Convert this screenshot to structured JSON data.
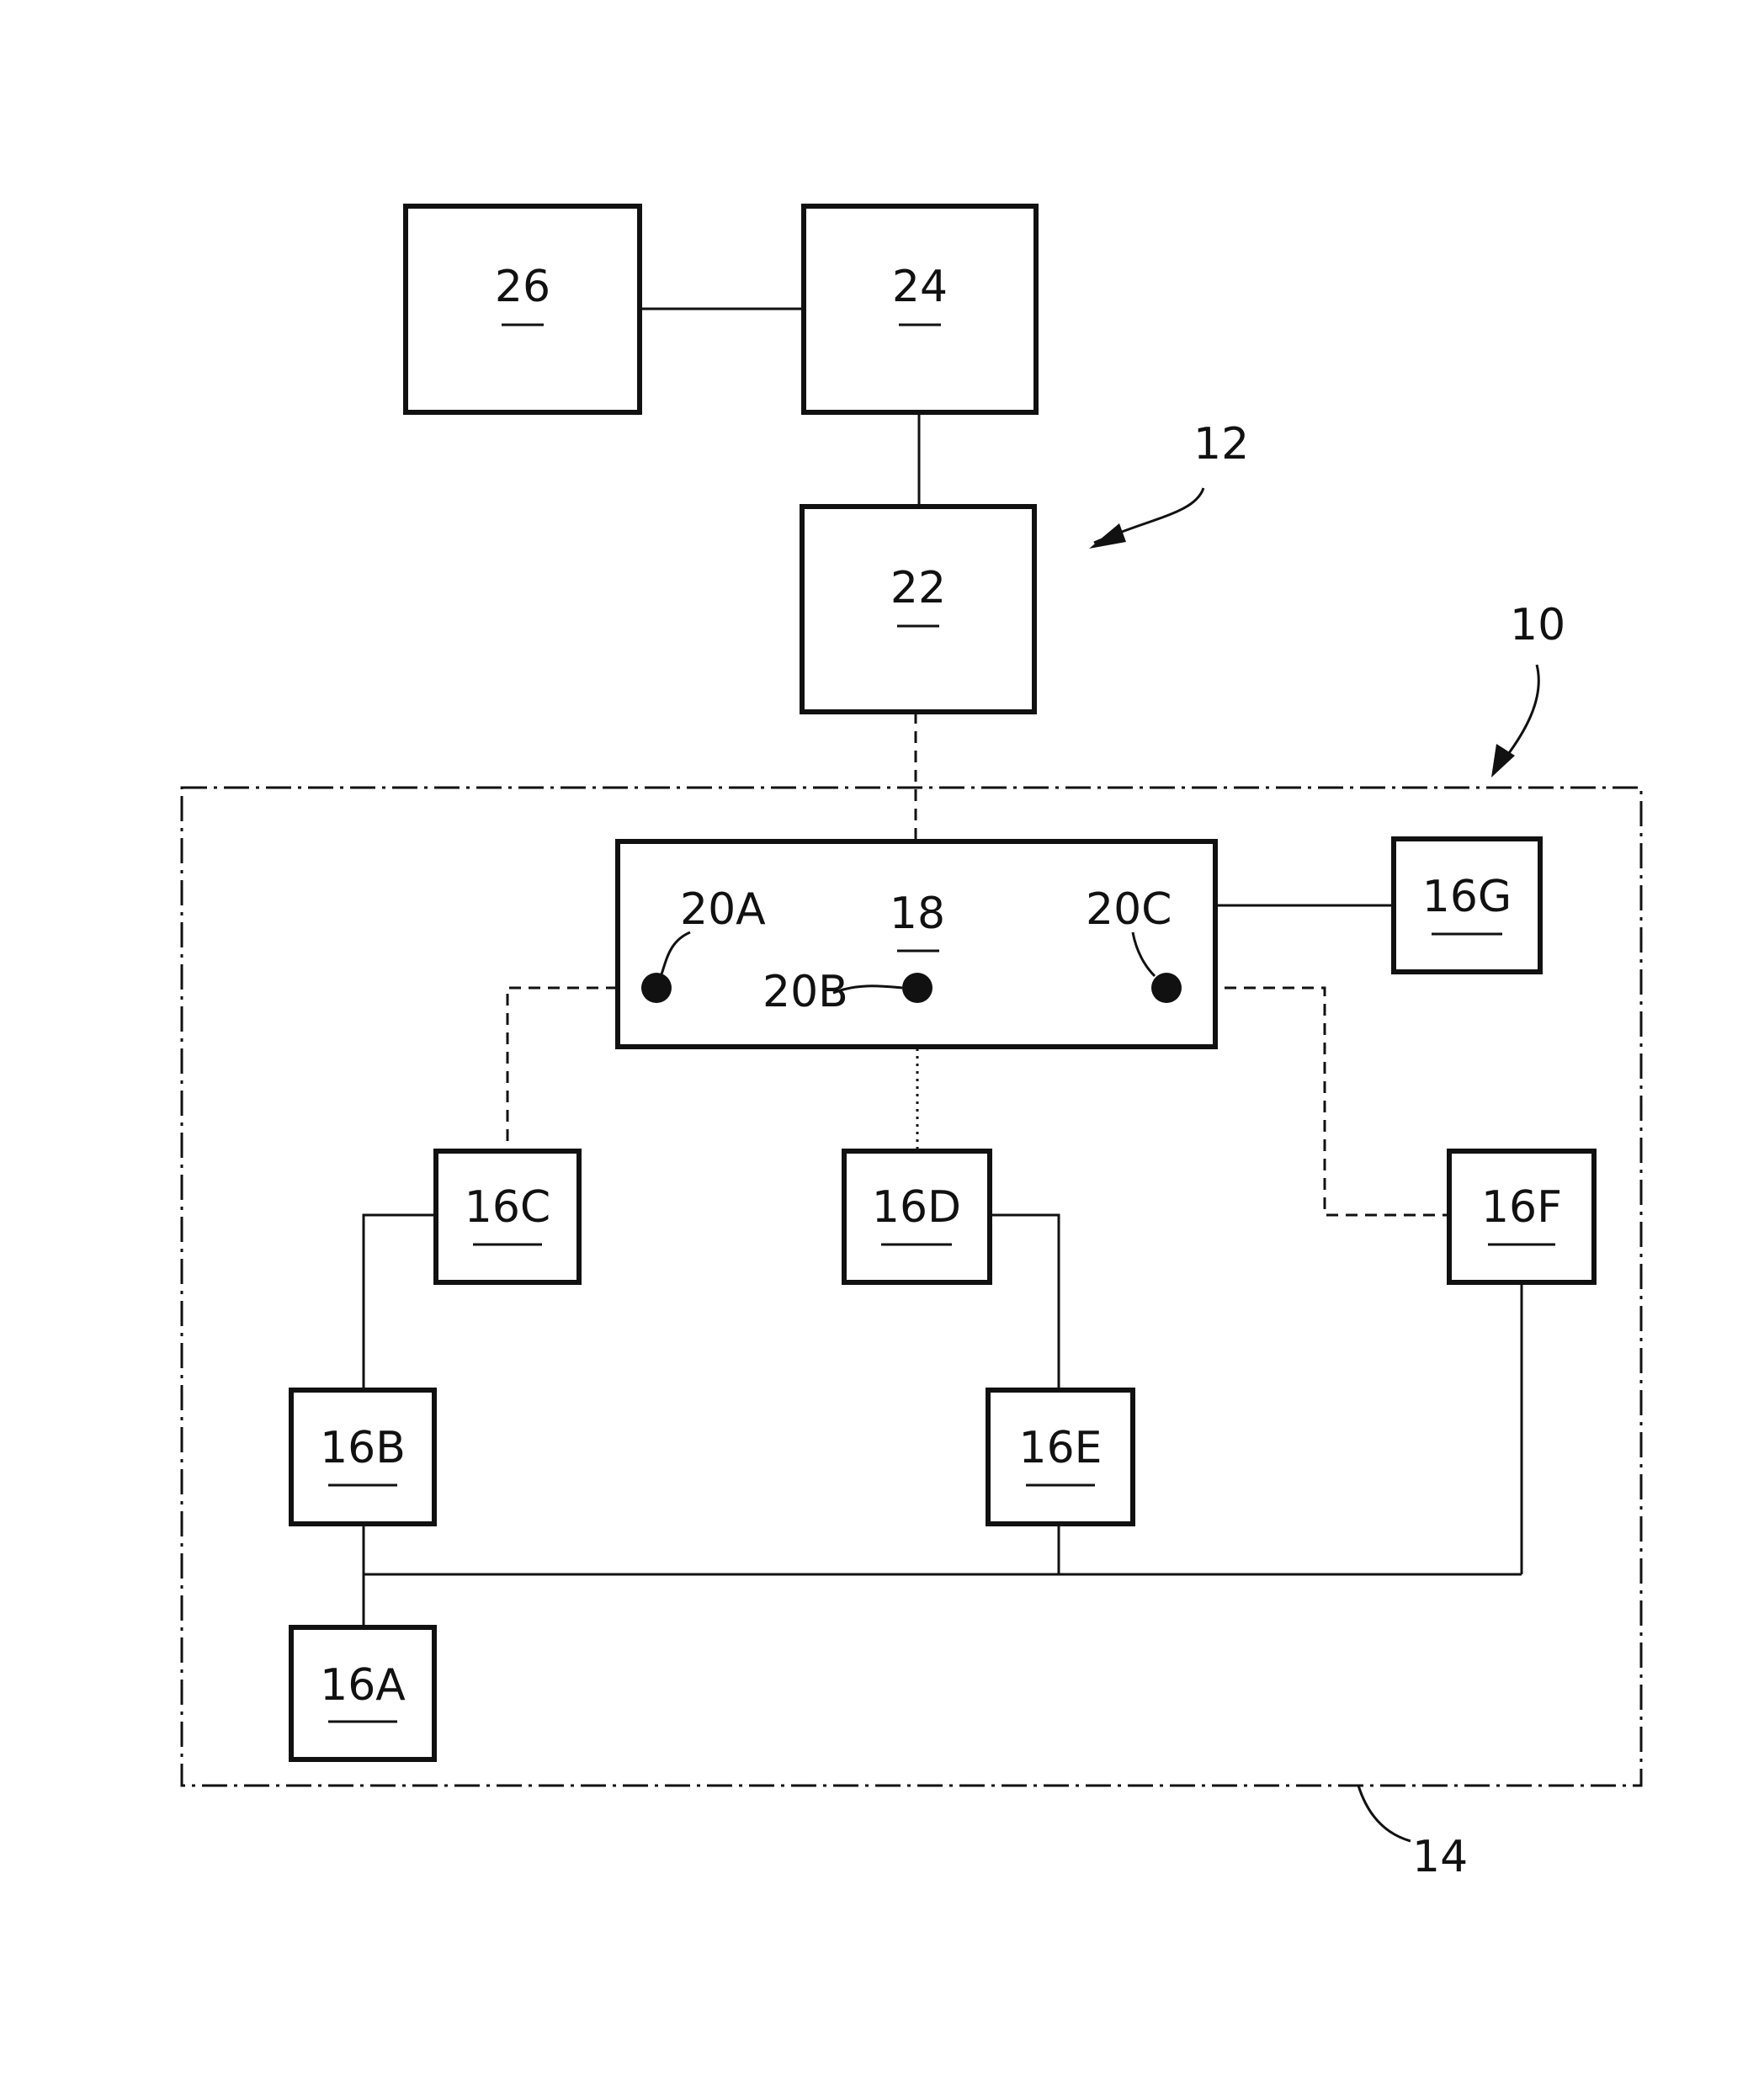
{
  "blocks": {
    "b26": "26",
    "b24": "24",
    "b22": "22",
    "b18": "18",
    "b16a": "16A",
    "b16b": "16B",
    "b16c": "16C",
    "b16d": "16D",
    "b16e": "16E",
    "b16f": "16F",
    "b16g": "16G"
  },
  "references": {
    "r10": "10",
    "r12": "12",
    "r14": "14",
    "r20a": "20A",
    "r20b": "20B",
    "r20c": "20C"
  }
}
